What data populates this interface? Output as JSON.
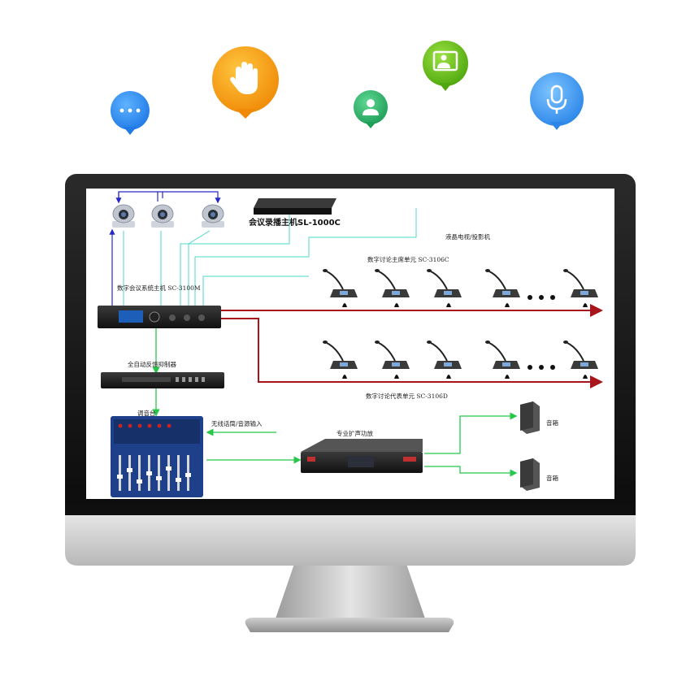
{
  "icons": [
    {
      "name": "chat-bubble-icon",
      "color": "#2f8ef0"
    },
    {
      "name": "hand-raise-icon",
      "color": "#f4a310"
    },
    {
      "name": "user-icon",
      "color": "#2bb56a"
    },
    {
      "name": "presenter-icon",
      "color": "#6fbe1e"
    },
    {
      "name": "microphone-icon",
      "color": "#3a9cef"
    }
  ],
  "diagram": {
    "recording_host": "会议录播主机SL-1000C",
    "lcd_tv": "液晶电视/投影机",
    "chairman_unit": "数字讨论主席单元 SC-3106C",
    "system_host": "数字会议系统主机 SC-3100M",
    "feedback_suppressor": "全自动反馈抑制器",
    "delegate_unit": "数字讨论代表单元 SC-3106D",
    "mixer": "调音台",
    "wireless_input": "无线话筒/音源输入",
    "amplifier": "专业扩声功放",
    "speaker_1": "音箱",
    "speaker_2": "音箱"
  },
  "colors": {
    "signal_green": "#27c84a",
    "bus_red": "#a8141a",
    "control_blue": "#2828c8",
    "video_cyan": "#4fd8c8"
  }
}
